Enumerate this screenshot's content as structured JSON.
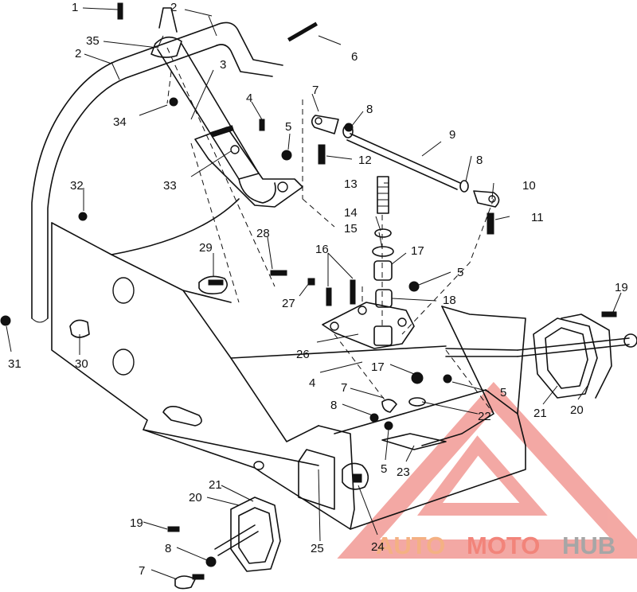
{
  "callouts": [
    {
      "text": "1"
    },
    {
      "text": "2"
    },
    {
      "text": "35"
    },
    {
      "text": "2"
    },
    {
      "text": "3"
    },
    {
      "text": "6"
    },
    {
      "text": "34"
    },
    {
      "text": "4"
    },
    {
      "text": "7"
    },
    {
      "text": "8"
    },
    {
      "text": "5"
    },
    {
      "text": "9"
    },
    {
      "text": "12"
    },
    {
      "text": "33"
    },
    {
      "text": "8"
    },
    {
      "text": "10"
    },
    {
      "text": "11"
    },
    {
      "text": "13"
    },
    {
      "text": "32"
    },
    {
      "text": "14"
    },
    {
      "text": "15"
    },
    {
      "text": "28"
    },
    {
      "text": "29"
    },
    {
      "text": "16"
    },
    {
      "text": "17"
    },
    {
      "text": "5"
    },
    {
      "text": "27"
    },
    {
      "text": "18"
    },
    {
      "text": "19"
    },
    {
      "text": "26"
    },
    {
      "text": "31"
    },
    {
      "text": "30"
    },
    {
      "text": "17"
    },
    {
      "text": "4"
    },
    {
      "text": "7"
    },
    {
      "text": "5"
    },
    {
      "text": "21"
    },
    {
      "text": "20"
    },
    {
      "text": "8"
    },
    {
      "text": "22"
    },
    {
      "text": "23"
    },
    {
      "text": "5"
    },
    {
      "text": "21"
    },
    {
      "text": "20"
    },
    {
      "text": "19"
    },
    {
      "text": "8"
    },
    {
      "text": "25"
    },
    {
      "text": "24"
    },
    {
      "text": "7"
    }
  ],
  "watermark": {
    "part_a": "AUTO",
    "part_b": "MOTO",
    "part_c": "HUB",
    "colors": {
      "auto": "#f4b183",
      "moto": "#f2847a",
      "hub": "#a6a6a6",
      "logo": "#f08c86"
    }
  }
}
